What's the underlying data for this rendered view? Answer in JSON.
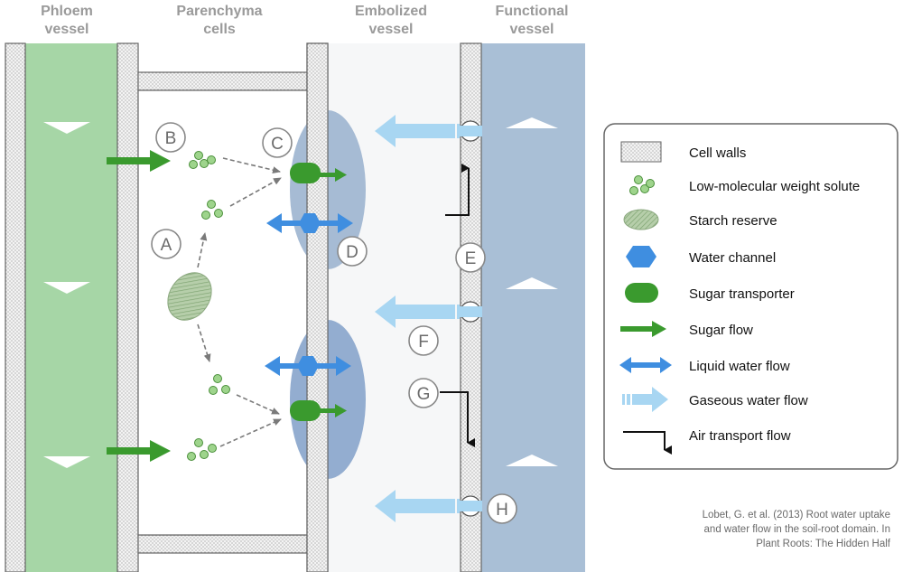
{
  "headers": {
    "phloem": [
      "Phloem",
      "vessel"
    ],
    "parenchyma": [
      "Parenchyma",
      "cells"
    ],
    "embolized": [
      "Embolized",
      "vessel"
    ],
    "functional": [
      "Functional",
      "vessel"
    ]
  },
  "labels": [
    "A",
    "B",
    "C",
    "D",
    "E",
    "F",
    "G",
    "H"
  ],
  "legend": {
    "items": [
      {
        "icon": "cell-wall-swatch",
        "label": "Cell walls"
      },
      {
        "icon": "solute-dots",
        "label": "Low-molecular weight solute"
      },
      {
        "icon": "starch-ellipse",
        "label": "Starch reserve"
      },
      {
        "icon": "water-channel-hexagon",
        "label": "Water channel"
      },
      {
        "icon": "sugar-transporter-pill",
        "label": "Sugar transporter"
      },
      {
        "icon": "green-arrow",
        "label": "Sugar flow"
      },
      {
        "icon": "blue-double-arrow",
        "label": "Liquid water flow"
      },
      {
        "icon": "light-blue-arrow",
        "label": "Gaseous water flow"
      },
      {
        "icon": "black-step-arrow",
        "label": "Air transport flow"
      }
    ]
  },
  "citation": [
    "Lobet, G. et al. (2013) Root water uptake",
    "and water flow in the soil-root domain. In",
    "Plant Roots: The Hidden Half"
  ],
  "colors": {
    "phloem": "#a6d6a6",
    "embolized": "#f6f7f8",
    "functional": "#a9bfd6",
    "sugar": "#3a9a2e",
    "solute": "#9ed48c",
    "water_channel": "#3f8ee0",
    "gas_flow": "#a8d6f2",
    "wall": "#f1f1f1"
  }
}
